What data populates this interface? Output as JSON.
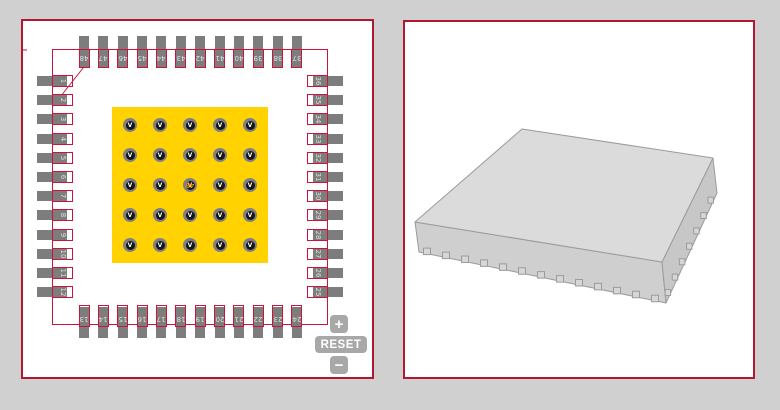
{
  "colors": {
    "page_bg": "#d0d0d0",
    "panel_bg": "#ffffff",
    "panel_border": "#b01731",
    "outline_red": "#cc1339",
    "pad_copper": "#7d7d7d",
    "pad_number": "#e0e0e0",
    "thermal_yellow": "#ffd200",
    "via_ring": "#808080",
    "via_hole": "#161616",
    "via_letter": "#ffffff",
    "center_pin_color": "#ff9d00",
    "button_bg": "#a8a8a8",
    "button_fg": "#ffffff",
    "chip_top": "#dbdbdb",
    "chip_front": "#cfcfcf",
    "chip_side": "#c7c7c7",
    "chip_edge": "#9b9b9b",
    "chip_pad": "#d6d6d6"
  },
  "footprint": {
    "pins_top": [
      "48",
      "47",
      "46",
      "45",
      "44",
      "43",
      "42",
      "41",
      "40",
      "39",
      "38",
      "37"
    ],
    "pins_right": [
      "36",
      "35",
      "34",
      "33",
      "32",
      "31",
      "30",
      "29",
      "28",
      "27",
      "26",
      "25"
    ],
    "pins_bottom": [
      "13",
      "14",
      "15",
      "16",
      "17",
      "18",
      "19",
      "20",
      "21",
      "22",
      "23",
      "24"
    ],
    "pins_left": [
      "1",
      "2",
      "3",
      "4",
      "5",
      "6",
      "7",
      "8",
      "9",
      "10",
      "11",
      "12"
    ],
    "thermal_pad": {
      "via_rows": 5,
      "via_cols": 5,
      "via_letter": "V",
      "center_pin_number": "49"
    }
  },
  "controls": {
    "zoom_in_label": "+",
    "reset_label": "RESET",
    "zoom_out_label": "−"
  }
}
